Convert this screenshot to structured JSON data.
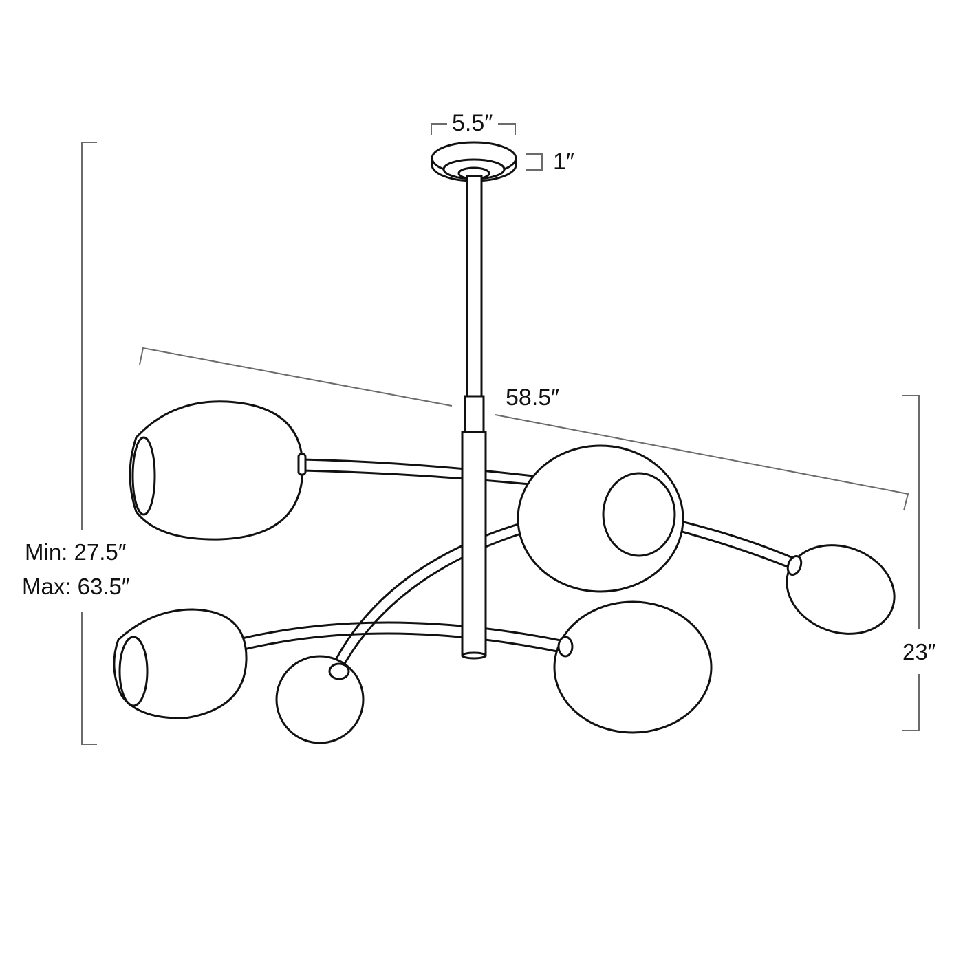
{
  "diagram": {
    "subject": "six-light chandelier line drawing with dimensions",
    "dimensions": {
      "canopy_width": "5.5″",
      "canopy_height": "1″",
      "span_width": "58.5″",
      "overall_height_min": "Min: 27.5″",
      "overall_height_max": "Max: 63.5″",
      "fixture_body_height": "23″"
    },
    "colors": {
      "line": "#111111",
      "dimension_line": "#6b6b6b",
      "background": "#ffffff"
    }
  }
}
